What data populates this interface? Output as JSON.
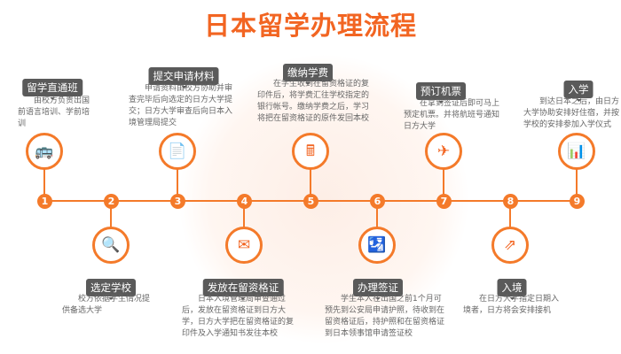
{
  "title": "日本留学办理流程",
  "colors": {
    "accent": "#f47a2a",
    "title": "#f26522",
    "label_bg": "#5a5a5a",
    "text": "#666666"
  },
  "steps": [
    {
      "number": "1",
      "label": "留学直通班",
      "icon": "bus-icon",
      "glyph": "🚌",
      "text": "由校方负责出国前语言培训、学前培训"
    },
    {
      "number": "2",
      "label": "选定学校",
      "icon": "building-search-icon",
      "glyph": "🔍",
      "text": "校方依据学生情况提供备选大学"
    },
    {
      "number": "3",
      "label": "提交申请材料",
      "icon": "document-icon",
      "glyph": "📄",
      "text": "申请资料由校方协助并审查完毕后向选定的日方大学提交；日方大学审查后向日本入境管理局提交"
    },
    {
      "number": "4",
      "label": "发放在留资格证",
      "icon": "envelope-icon",
      "glyph": "✉",
      "text": "日本入境管理局审查通过后，发放在留资格证到日方大学，日方大学把在留资格证的复印件及入学通知书发往本校"
    },
    {
      "number": "5",
      "label": "缴纳学费",
      "icon": "cash-register-icon",
      "glyph": "🖩",
      "text": "在学生收到在留资格证的复印件后，将学费汇往学校指定的银行帐号。缴纳学费之后，学习将把在留资格证的原件发回本校"
    },
    {
      "number": "6",
      "label": "办理签证",
      "icon": "passport-icon",
      "glyph": "🛂",
      "text": "学生本人在出国之前1个月可预先到公安局申请护照，待收到在留资格证后，持护照和在留资格证到日本领事馆申请签证校"
    },
    {
      "number": "7",
      "label": "预订机票",
      "icon": "airplane-icon",
      "glyph": "✈",
      "text": "在拿到签证后即可马上预定机票。并将航班号通知日方大学"
    },
    {
      "number": "8",
      "label": "入境",
      "icon": "escalator-icon",
      "glyph": "⇗",
      "text": "在日方大学指定日期入境者，日方将会安排接机"
    },
    {
      "number": "9",
      "label": "入学",
      "icon": "bar-chart-icon",
      "glyph": "📊",
      "text": "到达日本之后，由日方大学协助安排好住宿，并按学校的安排参加入学仪式"
    }
  ]
}
